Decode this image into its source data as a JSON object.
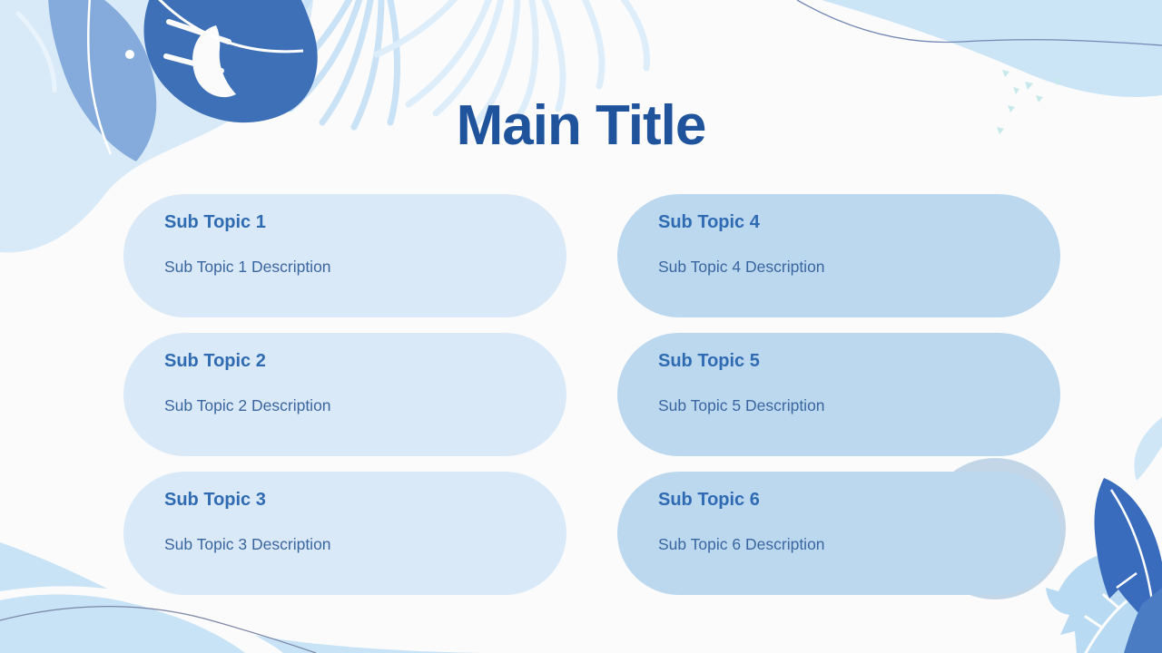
{
  "slide": {
    "title": "Main Title"
  },
  "cards": [
    {
      "title": "Sub Topic 1",
      "description": "Sub Topic 1 Description"
    },
    {
      "title": "Sub Topic 2",
      "description": "Sub Topic 2 Description"
    },
    {
      "title": "Sub Topic 3",
      "description": "Sub Topic 3 Description"
    },
    {
      "title": "Sub Topic 4",
      "description": "Sub Topic 4 Description"
    },
    {
      "title": "Sub Topic 5",
      "description": "Sub Topic 5 Description"
    },
    {
      "title": "Sub Topic 6",
      "description": "Sub Topic 6 Description"
    }
  ],
  "colors": {
    "background": "#fbfbfc",
    "title_text": "#1f549d",
    "card_left_bg": "#dae9f7",
    "card_right_bg": "#bcd8ef",
    "card_title_text": "#2e6bb2",
    "card_description_text": "#3a66a0",
    "dark_leaf": "#3e70b8",
    "banana_leaf": "#84abdc",
    "palm_frond": "#c9e2f5",
    "pale_frond": "#ddeefa",
    "corner_blob": "#cbe5f7",
    "bottom_wave": "#c8e3f5",
    "curve_line": "#7287b5",
    "speckle": "#c7e9eb",
    "circle_blob": "#c3d6e8",
    "feather": "#3a6cbd",
    "corner_wedge": "#4a7cc4",
    "bottom_right_leaf": "#b9daf3"
  },
  "decorations": [
    "top-left-foliage",
    "top-right-wave",
    "bottom-left-wave",
    "bottom-right-foliage"
  ]
}
